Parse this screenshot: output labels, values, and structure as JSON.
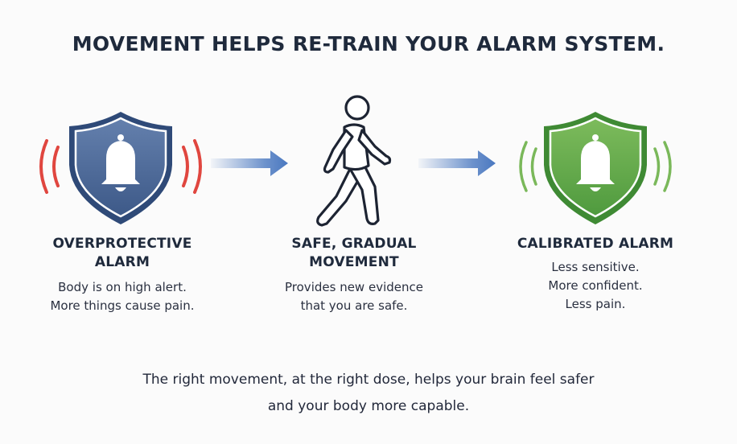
{
  "title": "MOVEMENT HELPS RE-TRAIN YOUR ALARM SYSTEM.",
  "colors": {
    "alarm_blue": "#4a6797",
    "alarm_blue_dark": "#2f4a78",
    "alarm_red_waves": "#e0463f",
    "calibrated_green": "#63a84a",
    "calibrated_green_dark": "#3f8a34",
    "arrow_blue": "#4a78c0"
  },
  "stages": [
    {
      "icon": "shield-bell-icon",
      "heading_lines": [
        "OVERPROTECTIVE",
        "ALARM"
      ],
      "desc_lines": [
        "Body is on high alert.",
        "More things cause pain."
      ]
    },
    {
      "icon": "walking-person-icon",
      "heading_lines": [
        "SAFE, GRADUAL",
        "MOVEMENT"
      ],
      "desc_lines": [
        "Provides new evidence",
        "that you are safe."
      ]
    },
    {
      "icon": "shield-bell-icon",
      "heading_lines": [
        "CALIBRATED ALARM"
      ],
      "desc_lines": [
        "Less sensitive.",
        "More confident.",
        "Less pain."
      ]
    }
  ],
  "footer": {
    "lines": [
      "The right movement, at the right dose, helps your brain feel safer",
      "and your body more capable."
    ]
  }
}
